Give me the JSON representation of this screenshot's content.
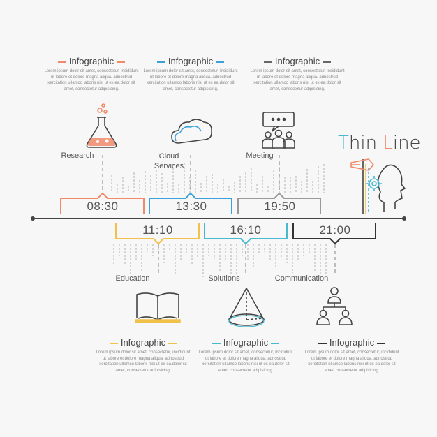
{
  "colors": {
    "orange": "#f08a6a",
    "blue": "#3aa2d8",
    "gray": "#666666",
    "yellow": "#f1c24a",
    "cyan": "#48b9cf",
    "dark": "#333333",
    "line": "#444444",
    "dash": "#bbbbbb"
  },
  "top_blocks": [
    {
      "title": "Infographic",
      "color": "#f08a6a",
      "text": "Lorem ipsum dolor sit amet, consectetur, incididunt ut labore et dolore magna aliqua. adnostrud xercitation ullamco laboris nisi ut ex ea.dolor sit amet, consectetur adipisicing."
    },
    {
      "title": "Infographic",
      "color": "#3aa2d8",
      "text": "Lorem ipsum dolor sit amet, consectetur, incididunt ut labore et dolore magna aliqua. adnostrud xercitation ullamco laboris nisi ut ex ea.dolor sit amet, consectetur adipisicing."
    },
    {
      "title": "Infographic",
      "color": "#666666",
      "text": "Lorem ipsum dolor sit amet, consectetur, incididunt ut labore et dolore magna aliqua. adnostrud xercitation ullamco laboris nisi ut ex ea.dolor sit amet, consectetur adipisicing."
    }
  ],
  "bottom_blocks": [
    {
      "title": "Infographic",
      "color": "#f1c24a",
      "text": "Lorem ipsum dolor sit amet, consectetur, incididunt ut labore et dolore magna aliqua. adnostrud xercitation ullamco laboris nisi ut ex ea.dolor sit amet, consectetur adipisicing."
    },
    {
      "title": "Infographic",
      "color": "#48b9cf",
      "text": "Lorem ipsum dolor sit amet, consectetur, incididunt ut labore et dolore magna aliqua. adnostrud xercitation ullamco laboris nisi ut ex ea.dolor sit amet, consectetur adipisicing."
    },
    {
      "title": "Infographic",
      "color": "#333333",
      "text": "Lorem ipsum dolor sit amet, consectetur, incididunt ut labore et dolore magna aliqua. adnostrud xercitation ullamco laboris nisi ut ex ea.dolor sit amet, consectetur adipisicing."
    }
  ],
  "upper_steps": [
    {
      "label": "Research",
      "time": "08:30",
      "color": "#f08a6a",
      "icon": "flask-icon"
    },
    {
      "label": "Cloud Services",
      "time": "13:30",
      "color": "#3aa2d8",
      "icon": "cloud-icon"
    },
    {
      "label": "Meeting",
      "time": "19:50",
      "color": "#999999",
      "icon": "meeting-icon"
    }
  ],
  "lower_steps": [
    {
      "label": "Education",
      "time": "11:10",
      "color": "#f1c24a",
      "icon": "book-icon"
    },
    {
      "label": "Solutions",
      "time": "16:10",
      "color": "#48b9cf",
      "icon": "cone-icon"
    },
    {
      "label": "Communication",
      "time": "21:00",
      "color": "#333333",
      "icon": "hierarchy-icon"
    }
  ],
  "brand": {
    "letters": [
      {
        "ch": "T",
        "color": "#48b9cf"
      },
      {
        "ch": "hin ",
        "color": "#444444"
      },
      {
        "ch": "L",
        "color": "#f08a6a"
      },
      {
        "ch": "ine",
        "color": "#444444"
      }
    ],
    "icon": "head-gear-icon"
  }
}
